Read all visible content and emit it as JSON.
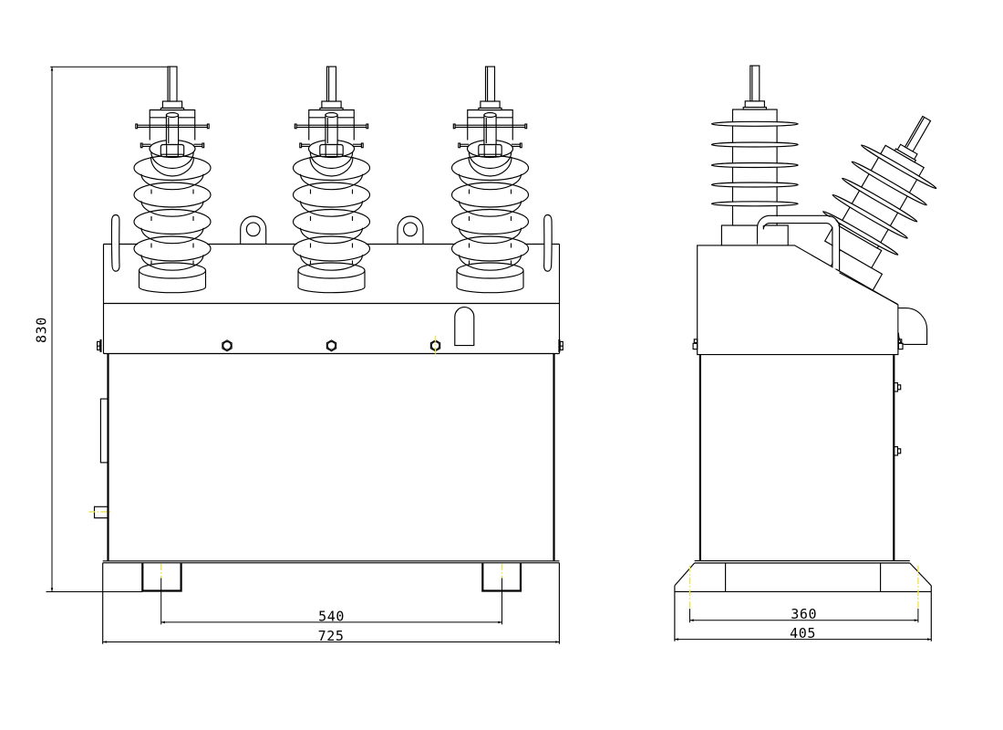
{
  "document": {
    "type": "cad-outline-drawing",
    "subject": "pole-mounted vacuum circuit breaker, front and side views",
    "background_color": "#ffffff",
    "line_color": "#000000",
    "centerline_color": "#ece44f"
  },
  "dimensions": {
    "overall_height": "830",
    "front_foot_spacing": "540",
    "front_base_width": "725",
    "side_foot_spacing": "360",
    "side_base_width": "405"
  }
}
